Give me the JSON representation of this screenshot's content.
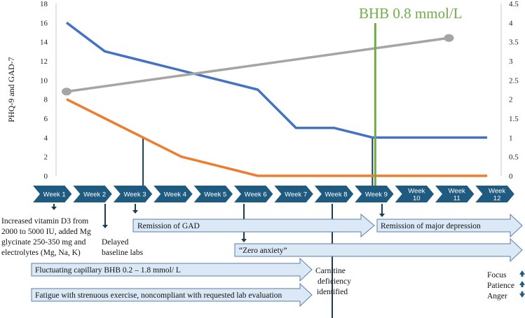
{
  "chart_data": {
    "type": "line",
    "ylabel_left": "PHQ-9 and GAD-7",
    "ylim_left": [
      0,
      18
    ],
    "yticks_left": [
      "0",
      "2",
      "4",
      "6",
      "8",
      "10",
      "12",
      "14",
      "16",
      "18"
    ],
    "ylim_right": [
      0,
      4.5
    ],
    "yticks_right": [
      "0",
      "0.5",
      "1",
      "1.5",
      "2",
      "2.5",
      "3",
      "3.5",
      "4",
      "4.5"
    ],
    "x": [
      1,
      2,
      3,
      4,
      5,
      6,
      7,
      8,
      9,
      10,
      11,
      12
    ],
    "weeks": [
      "Week 1",
      "Week 2",
      "Week 3",
      "Week 4",
      "Week 5",
      "Week 6",
      "Week 7",
      "Week 8",
      "Week 9",
      "Week 10",
      "Week 11",
      "Week 12"
    ],
    "series": [
      {
        "color": "#4472c4",
        "axis": "left",
        "points": [
          [
            1,
            16
          ],
          [
            2,
            13
          ],
          [
            3,
            12
          ],
          [
            4,
            11
          ],
          [
            5,
            10
          ],
          [
            6,
            9
          ],
          [
            7,
            5
          ],
          [
            8,
            5
          ],
          [
            9,
            4
          ],
          [
            10,
            4
          ],
          [
            11,
            4
          ],
          [
            12,
            4
          ]
        ]
      },
      {
        "color": "#ed7d31",
        "axis": "left",
        "points": [
          [
            1,
            8
          ],
          [
            2,
            6
          ],
          [
            3,
            4
          ],
          [
            4,
            2
          ],
          [
            5,
            1
          ],
          [
            6,
            0
          ],
          [
            7,
            0
          ],
          [
            8,
            0
          ],
          [
            9,
            0
          ],
          [
            10,
            0
          ],
          [
            11,
            0
          ],
          [
            12,
            0
          ]
        ]
      },
      {
        "color": "#a5a5a5",
        "axis": "right",
        "points": [
          [
            1,
            2.2
          ],
          [
            11,
            3.6
          ]
        ]
      }
    ],
    "markers": [
      {
        "label": "BHB 0.8 mmol/L",
        "x": 9,
        "color": "#70ad47"
      }
    ]
  },
  "arrow_color": "#1f5a80",
  "connector_color": "#1a3d55",
  "annotations": {
    "vitamin": [
      "Increased vitamin D3 from",
      "2000 to 5000 IU, added Mg",
      "glycinate 250-350 mg and",
      "electrolytes (Mg, Na, K)"
    ],
    "baseline": [
      "Delayed",
      "baseline labs"
    ],
    "carnitine": [
      "Carnitine",
      "deficiency",
      "identified"
    ]
  },
  "banners": {
    "gad": "Remission of GAD",
    "depression": "Remission of major depression",
    "zero_anxiety": "“Zero anxiety”",
    "bhb": "Fluctuating capillary BHB 0.2 – 1.8 mmol/ L",
    "fatigue": "Fatigue with strenuous exercise, noncompliant with requested lab evaluation"
  },
  "legend": {
    "focus": "Focus",
    "patience": "Patience",
    "anger": "Anger"
  }
}
